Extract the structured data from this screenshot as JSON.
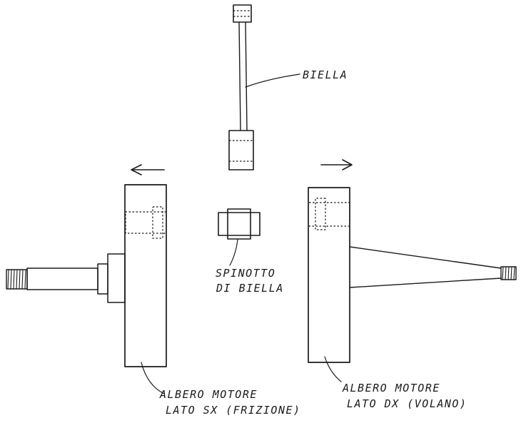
{
  "labels": {
    "biella": "BIELLA",
    "spinotto_line1": "SPINOTTO",
    "spinotto_line2": "DI BIELLA",
    "albero_sx_line1": "ALBERO MOTORE",
    "albero_sx_line2": "LATO SX (FRIZIONE)",
    "albero_dx_line1": "ALBERO MOTORE",
    "albero_dx_line2": "LATO DX (VOLANO)"
  }
}
